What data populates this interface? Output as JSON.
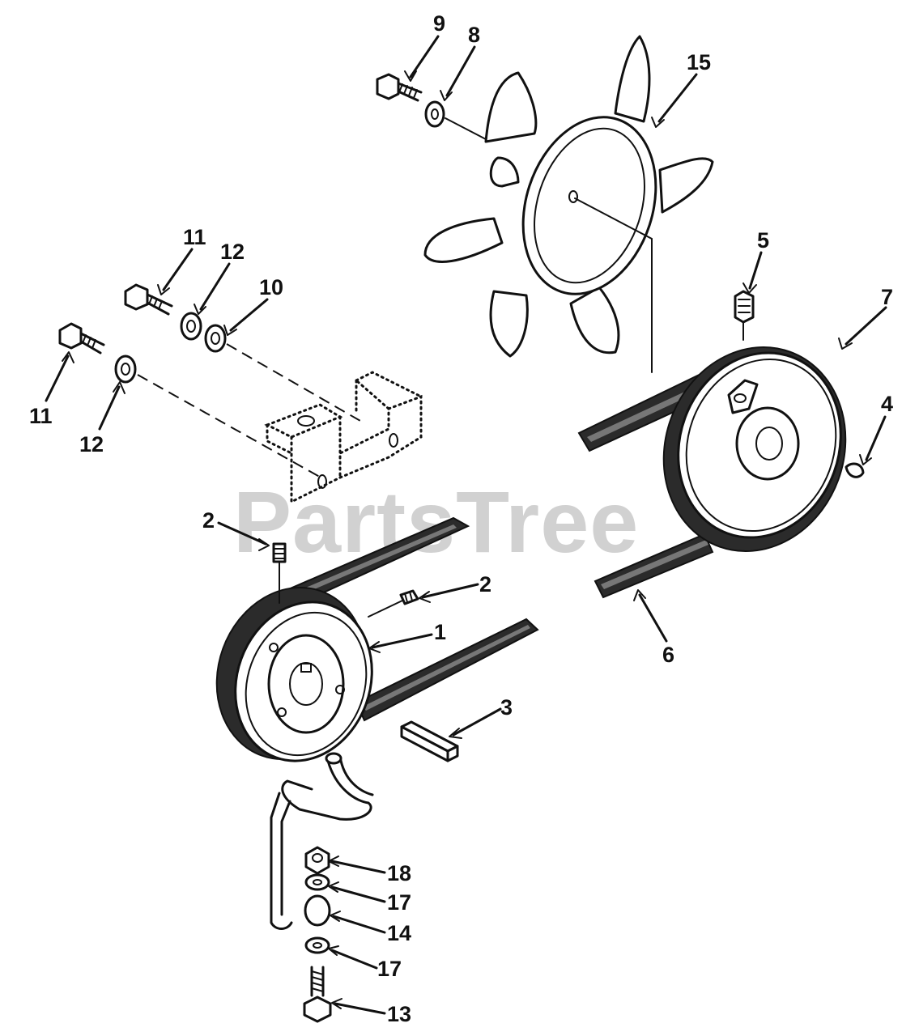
{
  "watermark": "PartsTree",
  "callouts": {
    "c1": "1",
    "c2a": "2",
    "c2b": "2",
    "c3": "3",
    "c4": "4",
    "c5": "5",
    "c6": "6",
    "c7": "7",
    "c8": "8",
    "c9": "9",
    "c10": "10",
    "c11a": "11",
    "c11b": "11",
    "c12a": "12",
    "c12b": "12",
    "c13": "13",
    "c14": "14",
    "c15": "15",
    "c17a": "17",
    "c17b": "17",
    "c18": "18"
  },
  "colors": {
    "ink": "#111111",
    "watermark": "#c9c9c9",
    "background": "#ffffff"
  }
}
